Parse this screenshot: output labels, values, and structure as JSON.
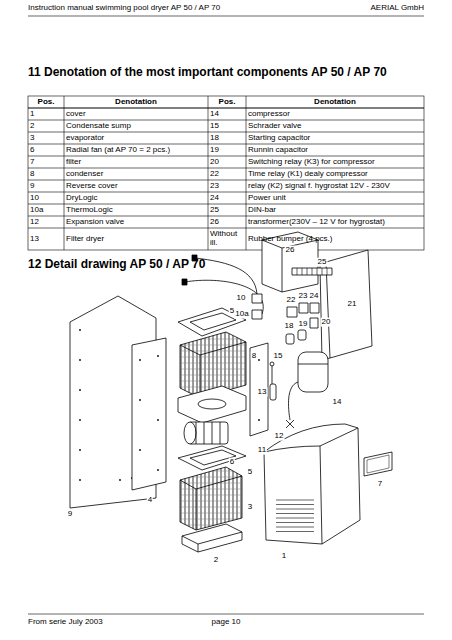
{
  "diagram": {
    "title": "11 Denotation of the most important components AP 50 / AP 70",
    "labels": [
      "Instruction manual swimming pool dryer AP 50 / AP 70",
      "AERIAL GmbH",
      "Pos.",
      "Denotation",
      "Pos.",
      "Denotation",
      "1",
      "cover",
      "14",
      "compressor",
      "2",
      "Condensate sump",
      "15",
      "Schrader valve",
      "3",
      "evaporator",
      "18",
      "Starting capacitor",
      "6",
      "Radial fan (at AP 70 = 2 pcs.)",
      "19",
      "Runnin capacitor",
      "7",
      "filter",
      "20",
      "Switching relay (K3) for compressor",
      "8",
      "condenser",
      "22",
      "Time relay (K1) dealy compressor",
      "9",
      "Reverse cover",
      "23",
      "relay (K2) signal f. hygrostat 12V - 230V",
      "10",
      "DryLogic",
      "24",
      "Power unit",
      "10a",
      "ThermoLogic",
      "25",
      "DIN-bar",
      "12",
      "Expansion valve",
      "26",
      "transformer(230V – 12 V for hygrostat)",
      "13",
      "Filter dryer",
      "Without ill.",
      "Rubber bumper (4 pcs.)",
      "12 Detail drawing AP 50 / AP 70",
      "26",
      "25",
      "24",
      "23",
      "22",
      "21",
      "10",
      "10a",
      "5",
      "8",
      "19",
      "18",
      "20",
      "15",
      "13",
      "14",
      "12",
      "9",
      "6",
      "11",
      "4",
      "5",
      "3",
      "2",
      "7",
      "1",
      "From serie July 2003",
      "page 10"
    ]
  }
}
